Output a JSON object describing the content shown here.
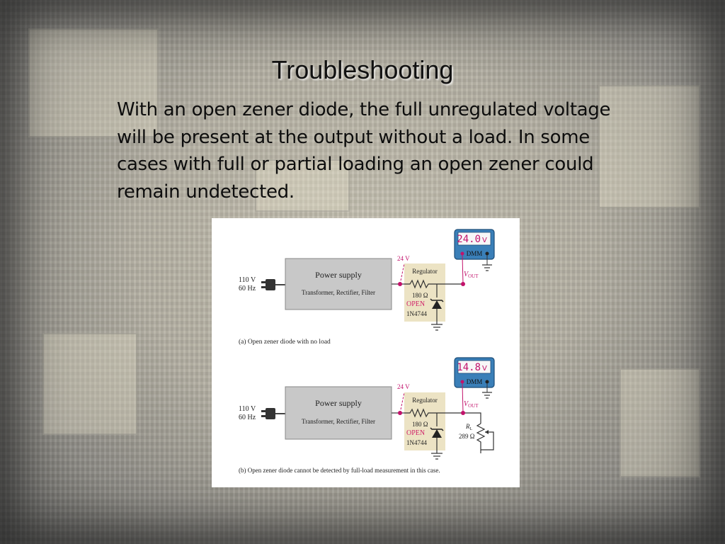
{
  "slide": {
    "title": "Troubleshooting",
    "body": "With an open zener diode, the full unregulated voltage will be present at the output without a load. In some cases with full or partial loading an open zener could remain undetected."
  },
  "colors": {
    "accent_pink": "#c2126b",
    "dmm_blue": "#3a7fb8",
    "regulator_bg": "#ece3c4",
    "power_box": "#c8c8c8",
    "open_label": "#d0246a"
  },
  "figure": {
    "panel_a": {
      "input_voltage": "110 V",
      "input_freq": "60 Hz",
      "power_supply_title": "Power supply",
      "power_supply_sub": "Transformer, Rectifier, Filter",
      "node_voltage": "24 V",
      "regulator_label": "Regulator",
      "resistor_value": "180 Ω",
      "open_label": "OPEN",
      "zener_part": "1N4744",
      "vout_label": "V",
      "vout_sub": "OUT",
      "dmm_reading": "24.0",
      "dmm_unit": "V",
      "dmm_label": "DMM",
      "caption": "(a) Open zener diode with no load"
    },
    "panel_b": {
      "input_voltage": "110 V",
      "input_freq": "60 Hz",
      "power_supply_title": "Power supply",
      "power_supply_sub": "Transformer, Rectifier, Filter",
      "node_voltage": "24 V",
      "regulator_label": "Regulator",
      "resistor_value": "180 Ω",
      "open_label": "OPEN",
      "zener_part": "1N4744",
      "vout_label": "V",
      "vout_sub": "OUT",
      "load_label": "R",
      "load_sub": "L",
      "load_value": "289 Ω",
      "dmm_reading": "14.8",
      "dmm_unit": "V",
      "dmm_label": "DMM",
      "caption": "(b) Open zener diode cannot be detected by full-load measurement in this case."
    }
  }
}
